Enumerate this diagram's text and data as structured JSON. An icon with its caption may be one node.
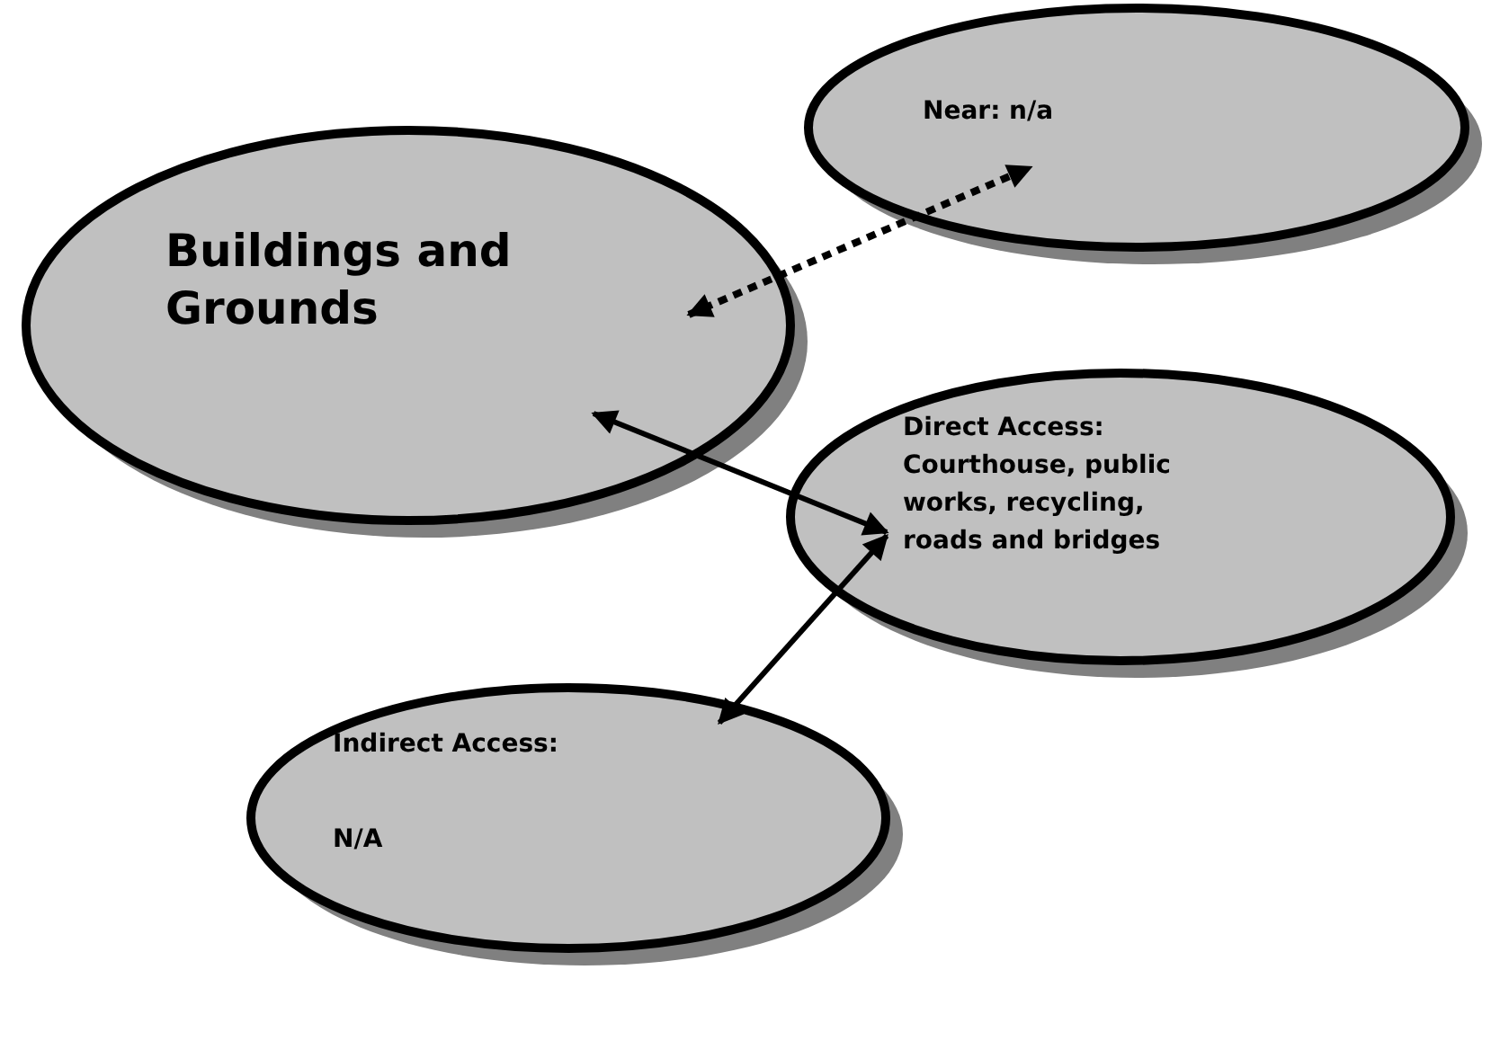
{
  "diagram": {
    "nodes": [
      {
        "text": [
          "Buildings and Grounds"
        ]
      },
      {
        "text": [
          "Near: n/a"
        ]
      },
      {
        "text": [
          "Direct Access: Courthouse, public works, recycling, roads and bridges"
        ]
      },
      {
        "text": [
          "Indirect Access:",
          "N/A"
        ]
      }
    ],
    "edges": [
      {
        "from": 0,
        "to": 1,
        "arrow": "both",
        "style": "dashed"
      },
      {
        "from": 0,
        "to": 2,
        "arrow": "both"
      },
      {
        "from": 2,
        "to": 3,
        "arrow": "both"
      }
    ]
  }
}
